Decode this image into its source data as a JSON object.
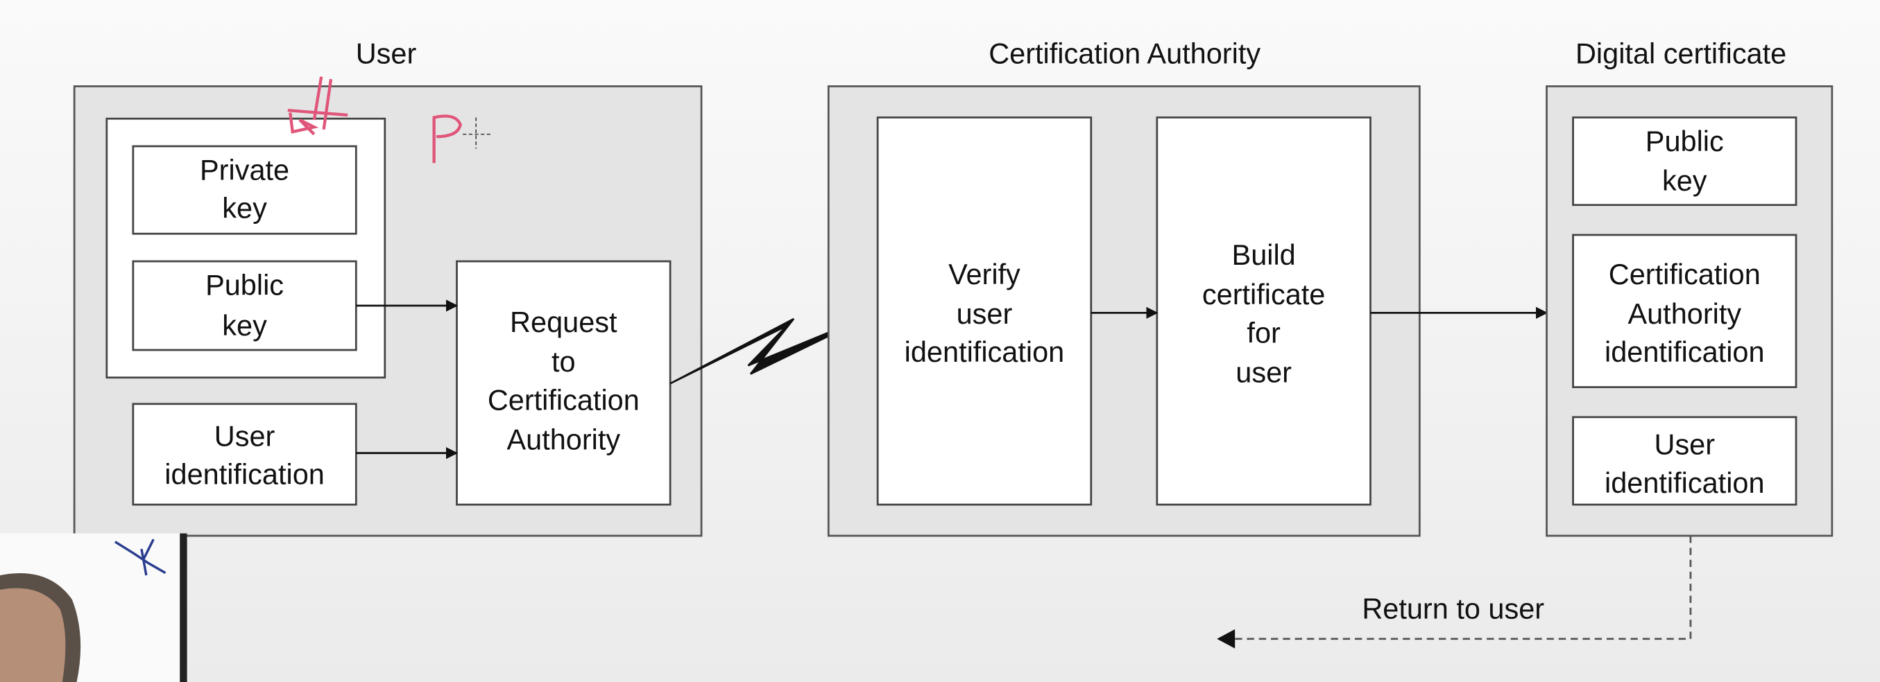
{
  "sections": {
    "user": {
      "title": "User"
    },
    "ca": {
      "title": "Certification Authority"
    },
    "cert": {
      "title": "Digital certificate"
    }
  },
  "boxes": {
    "private_key": [
      "Private",
      "key"
    ],
    "public_key": [
      "Public",
      "key"
    ],
    "user_id": [
      "User",
      "identification"
    ],
    "request": [
      "Request",
      "to",
      "Certification",
      "Authority"
    ],
    "verify": [
      "Verify",
      "user",
      "identification"
    ],
    "build": [
      "Build",
      "certificate",
      "for",
      "user"
    ],
    "cert_public_key": [
      "Public",
      "key"
    ],
    "cert_ca_id": [
      "Certification",
      "Authority",
      "identification"
    ],
    "cert_user_id": [
      "User",
      "identification"
    ]
  },
  "return_label": "Return to user",
  "colors": {
    "panel": "#e4e4e4",
    "annotation_pink": "#e0557a",
    "annotation_blue": "#2a3d8f"
  }
}
